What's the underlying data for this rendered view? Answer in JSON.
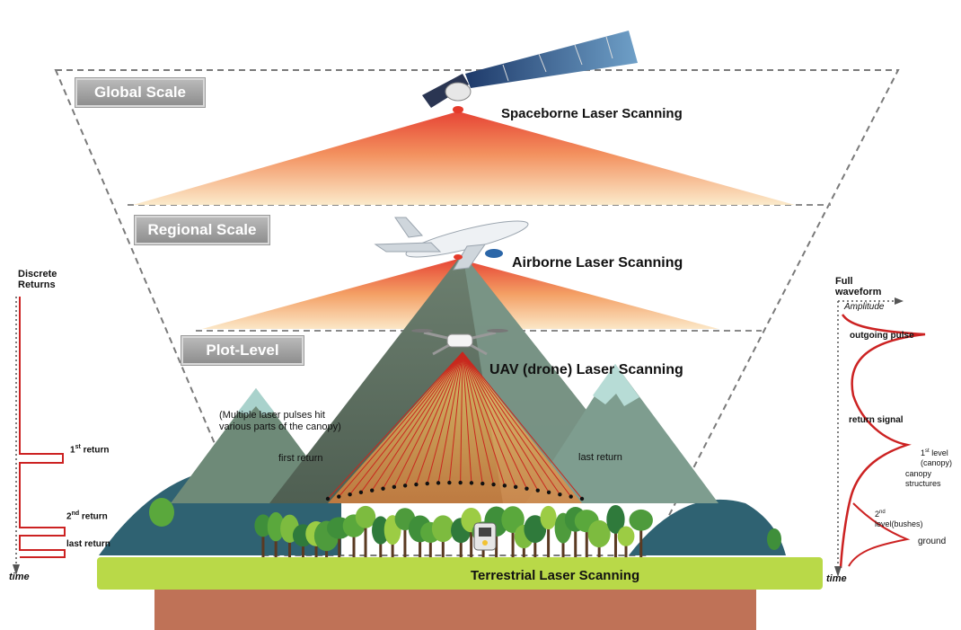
{
  "scales": {
    "global": "Global Scale",
    "regional": "Regional Scale",
    "plot": "Plot-Level"
  },
  "platforms": {
    "spaceborne": "Spaceborne Laser Scanning",
    "airborne": "Airborne Laser Scanning",
    "uav": "UAV (drone) Laser Scanning",
    "terrestrial": "Terrestrial Laser Scanning"
  },
  "canopy_note_line1": "(Multiple laser pulses hit",
  "canopy_note_line2": "various parts of the canopy)",
  "first_return": "first return",
  "last_return": "last return",
  "discrete": {
    "title_line1": "Discrete",
    "title_line2": "Returns",
    "return1": "1",
    "return1_sup": "st",
    "return1_suffix": " return",
    "return2": "2",
    "return2_sup": "nd",
    "return2_suffix": " return",
    "last": "last return",
    "time": "time"
  },
  "waveform": {
    "title_line1": "Full",
    "title_line2": "waveform",
    "amplitude": "Amplitude",
    "outgoing": "outgoing pulse",
    "return_signal": "return signal",
    "level1_a": "1",
    "level1_sup": "st",
    "level1_b": " level",
    "level1_c": "(canopy)",
    "canopy_struct1": "canopy",
    "canopy_struct2": "structures",
    "level2_a": "2",
    "level2_sup": "nd",
    "level2_b": "level(bushes)",
    "ground": "ground",
    "time": "time"
  },
  "colors": {
    "beam_red": "#e53a2a",
    "beam_orange": "#f3a35c",
    "ground_green": "#b5d84a",
    "soil": "#c07256",
    "mountain_dark": "#5d6f5f",
    "mountain_light": "#7fa89a",
    "hill_blue": "#2c6270",
    "signal_red": "#cc2222"
  }
}
